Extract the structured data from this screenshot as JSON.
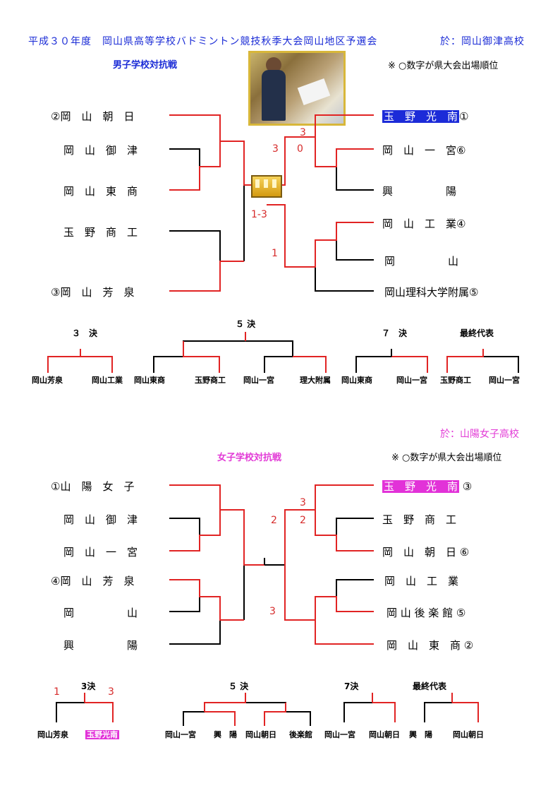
{
  "header": {
    "title": "平成３０年度　岡山県高等学校バドミントン競技秋季大会岡山地区予選会",
    "venue_boys": "於：岡山御津高校"
  },
  "boys": {
    "subtitle": "男子学校対抗戦",
    "note": "※ ○数字が県大会出場順位",
    "left_teams": [
      "②岡　山　朝　日",
      "岡　山　御　津",
      "岡　山　東　商",
      "玉　野　商　工",
      "③岡　山　芳　泉"
    ],
    "right_teams": [
      "玉　野　光　南",
      "①",
      "岡　山　一　宮⑥",
      "興　　　　　陽",
      "岡　山　工　業④",
      "岡　　　　　山",
      "岡山理科大学附属⑤"
    ],
    "scores": [
      "3",
      "3",
      "0",
      "1-3",
      "1"
    ],
    "placement": {
      "third_title": "３　決",
      "third_teams": [
        "岡山芳泉",
        "岡山工業"
      ],
      "fifth_title": "５ 決",
      "fifth_teams": [
        "岡山東商",
        "玉野商工",
        "岡山一宮",
        "理大附属"
      ],
      "seventh_title": "７　決",
      "seventh_teams": [
        "岡山東商",
        "岡山一宮"
      ],
      "final_title": "最終代表",
      "final_teams": [
        "玉野商工",
        "岡山一宮"
      ]
    }
  },
  "girls": {
    "venue": "於：山陽女子高校",
    "subtitle": "女子学校対抗戦",
    "note": "※ ○数字が県大会出場順位",
    "left_teams": [
      "①山　陽　女　子",
      "岡　山　御　津",
      "岡　山　一　宮",
      "④岡　山　芳　泉",
      "岡　　　　　山",
      "興　　　　　陽"
    ],
    "right_teams": [
      "玉　野　光　南",
      "③",
      "玉　野　商　工",
      "岡　山　朝　日 ⑥",
      "岡　山　工　業",
      "岡 山 後 楽 館 ⑤",
      "岡　山　東　商 ②"
    ],
    "scores": [
      "3",
      "2",
      "2",
      "3"
    ],
    "placement": {
      "third_title": "3決",
      "third_scores": [
        "1",
        "3"
      ],
      "third_teams": [
        "岡山芳泉",
        "玉野光南"
      ],
      "fifth_title": "５ 決",
      "fifth_teams": [
        "岡山一宮",
        "興　陽",
        "岡山朝日",
        "後楽館"
      ],
      "seventh_title": "7決",
      "seventh_teams": [
        "岡山一宮",
        "岡山朝日"
      ],
      "final_title": "最終代表",
      "final_teams": [
        "興　陽",
        "岡山朝日"
      ]
    }
  },
  "colors": {
    "win": "#e12424",
    "title_blue": "#1a2bd6",
    "magenta": "#e23ad6",
    "gold": "#d8b73a"
  }
}
